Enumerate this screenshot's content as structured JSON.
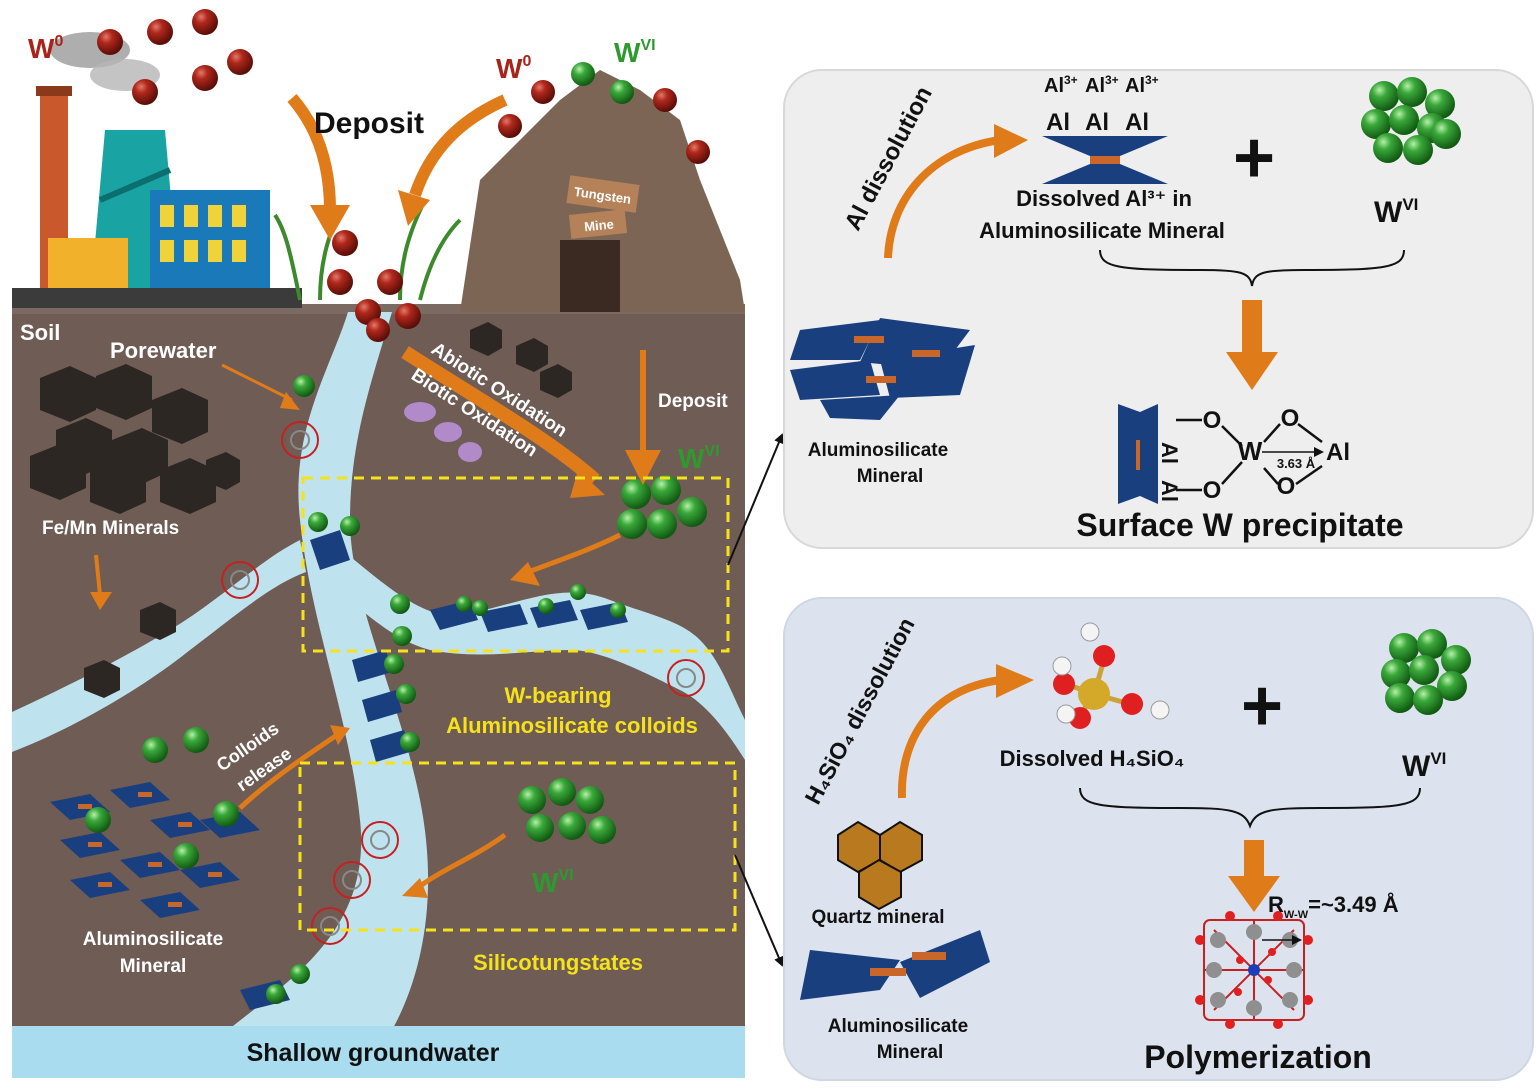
{
  "colors": {
    "soil": "#6e5c55",
    "water": "#bfe3ee",
    "groundwater": "#a9dcef",
    "arrow": "#e07b1a",
    "w0": "#a8241a",
    "wvi": "#2e9a2e",
    "highlight": "#f5e21a",
    "aluminosilicate": "#1a3f7f",
    "al_band": "#c9672a",
    "quartz": "#b8791f",
    "panel_top": "#eeeeee",
    "panel_bottom": "#dde3ee"
  },
  "left": {
    "w0_factory": {
      "base": "W",
      "sup": "0"
    },
    "w0_mine": {
      "base": "W",
      "sup": "0"
    },
    "wvi_mine": {
      "base": "W",
      "sup": "VI"
    },
    "deposit_top": "Deposit",
    "tungsten_sign": "Tungsten",
    "mine_sign": "Mine",
    "soil": "Soil",
    "porewater": "Porewater",
    "abiotic": "Abiotic Oxidation",
    "biotic": "Biotic Oxidation",
    "deposit_mid": "Deposit",
    "wvi_mid": {
      "base": "W",
      "sup": "VI"
    },
    "femn": "Fe/Mn Minerals",
    "wbearing_1": "W-bearing",
    "wbearing_2": "Aluminosilicate colloids",
    "colloids_1": "Colloids",
    "colloids_2": "release",
    "wvi_low": {
      "base": "W",
      "sup": "VI"
    },
    "alumino_1": "Aluminosilicate",
    "alumino_2": "Mineral",
    "silicotungstates": "Silicotungstates",
    "groundwater": "Shallow groundwater"
  },
  "top_panel": {
    "al_dissolution": "Al dissolution",
    "al_ion": {
      "base": "Al",
      "sup": "3+"
    },
    "al": "Al",
    "plus": "+",
    "dissolved_1": "Dissolved Al³⁺ in",
    "dissolved_2": "Aluminosilicate Mineral",
    "wvi": {
      "base": "W",
      "sup": "VI"
    },
    "mineral_1": "Aluminosilicate",
    "mineral_2": "Mineral",
    "o": "O",
    "w": "W",
    "distance": "3.63 Å",
    "title": "Surface W precipitate"
  },
  "bottom_panel": {
    "h4sio4_dissolution": "H₄SiO₄ dissolution",
    "dissolved": "Dissolved H₄SiO₄",
    "plus": "+",
    "wvi": {
      "base": "W",
      "sup": "VI"
    },
    "quartz": "Quartz mineral",
    "mineral_1": "Aluminosilicate",
    "mineral_2": "Mineral",
    "rww_main": "R",
    "rww_sub": "W-W",
    "rww_value": "=~3.49 Å",
    "title": "Polymerization"
  }
}
